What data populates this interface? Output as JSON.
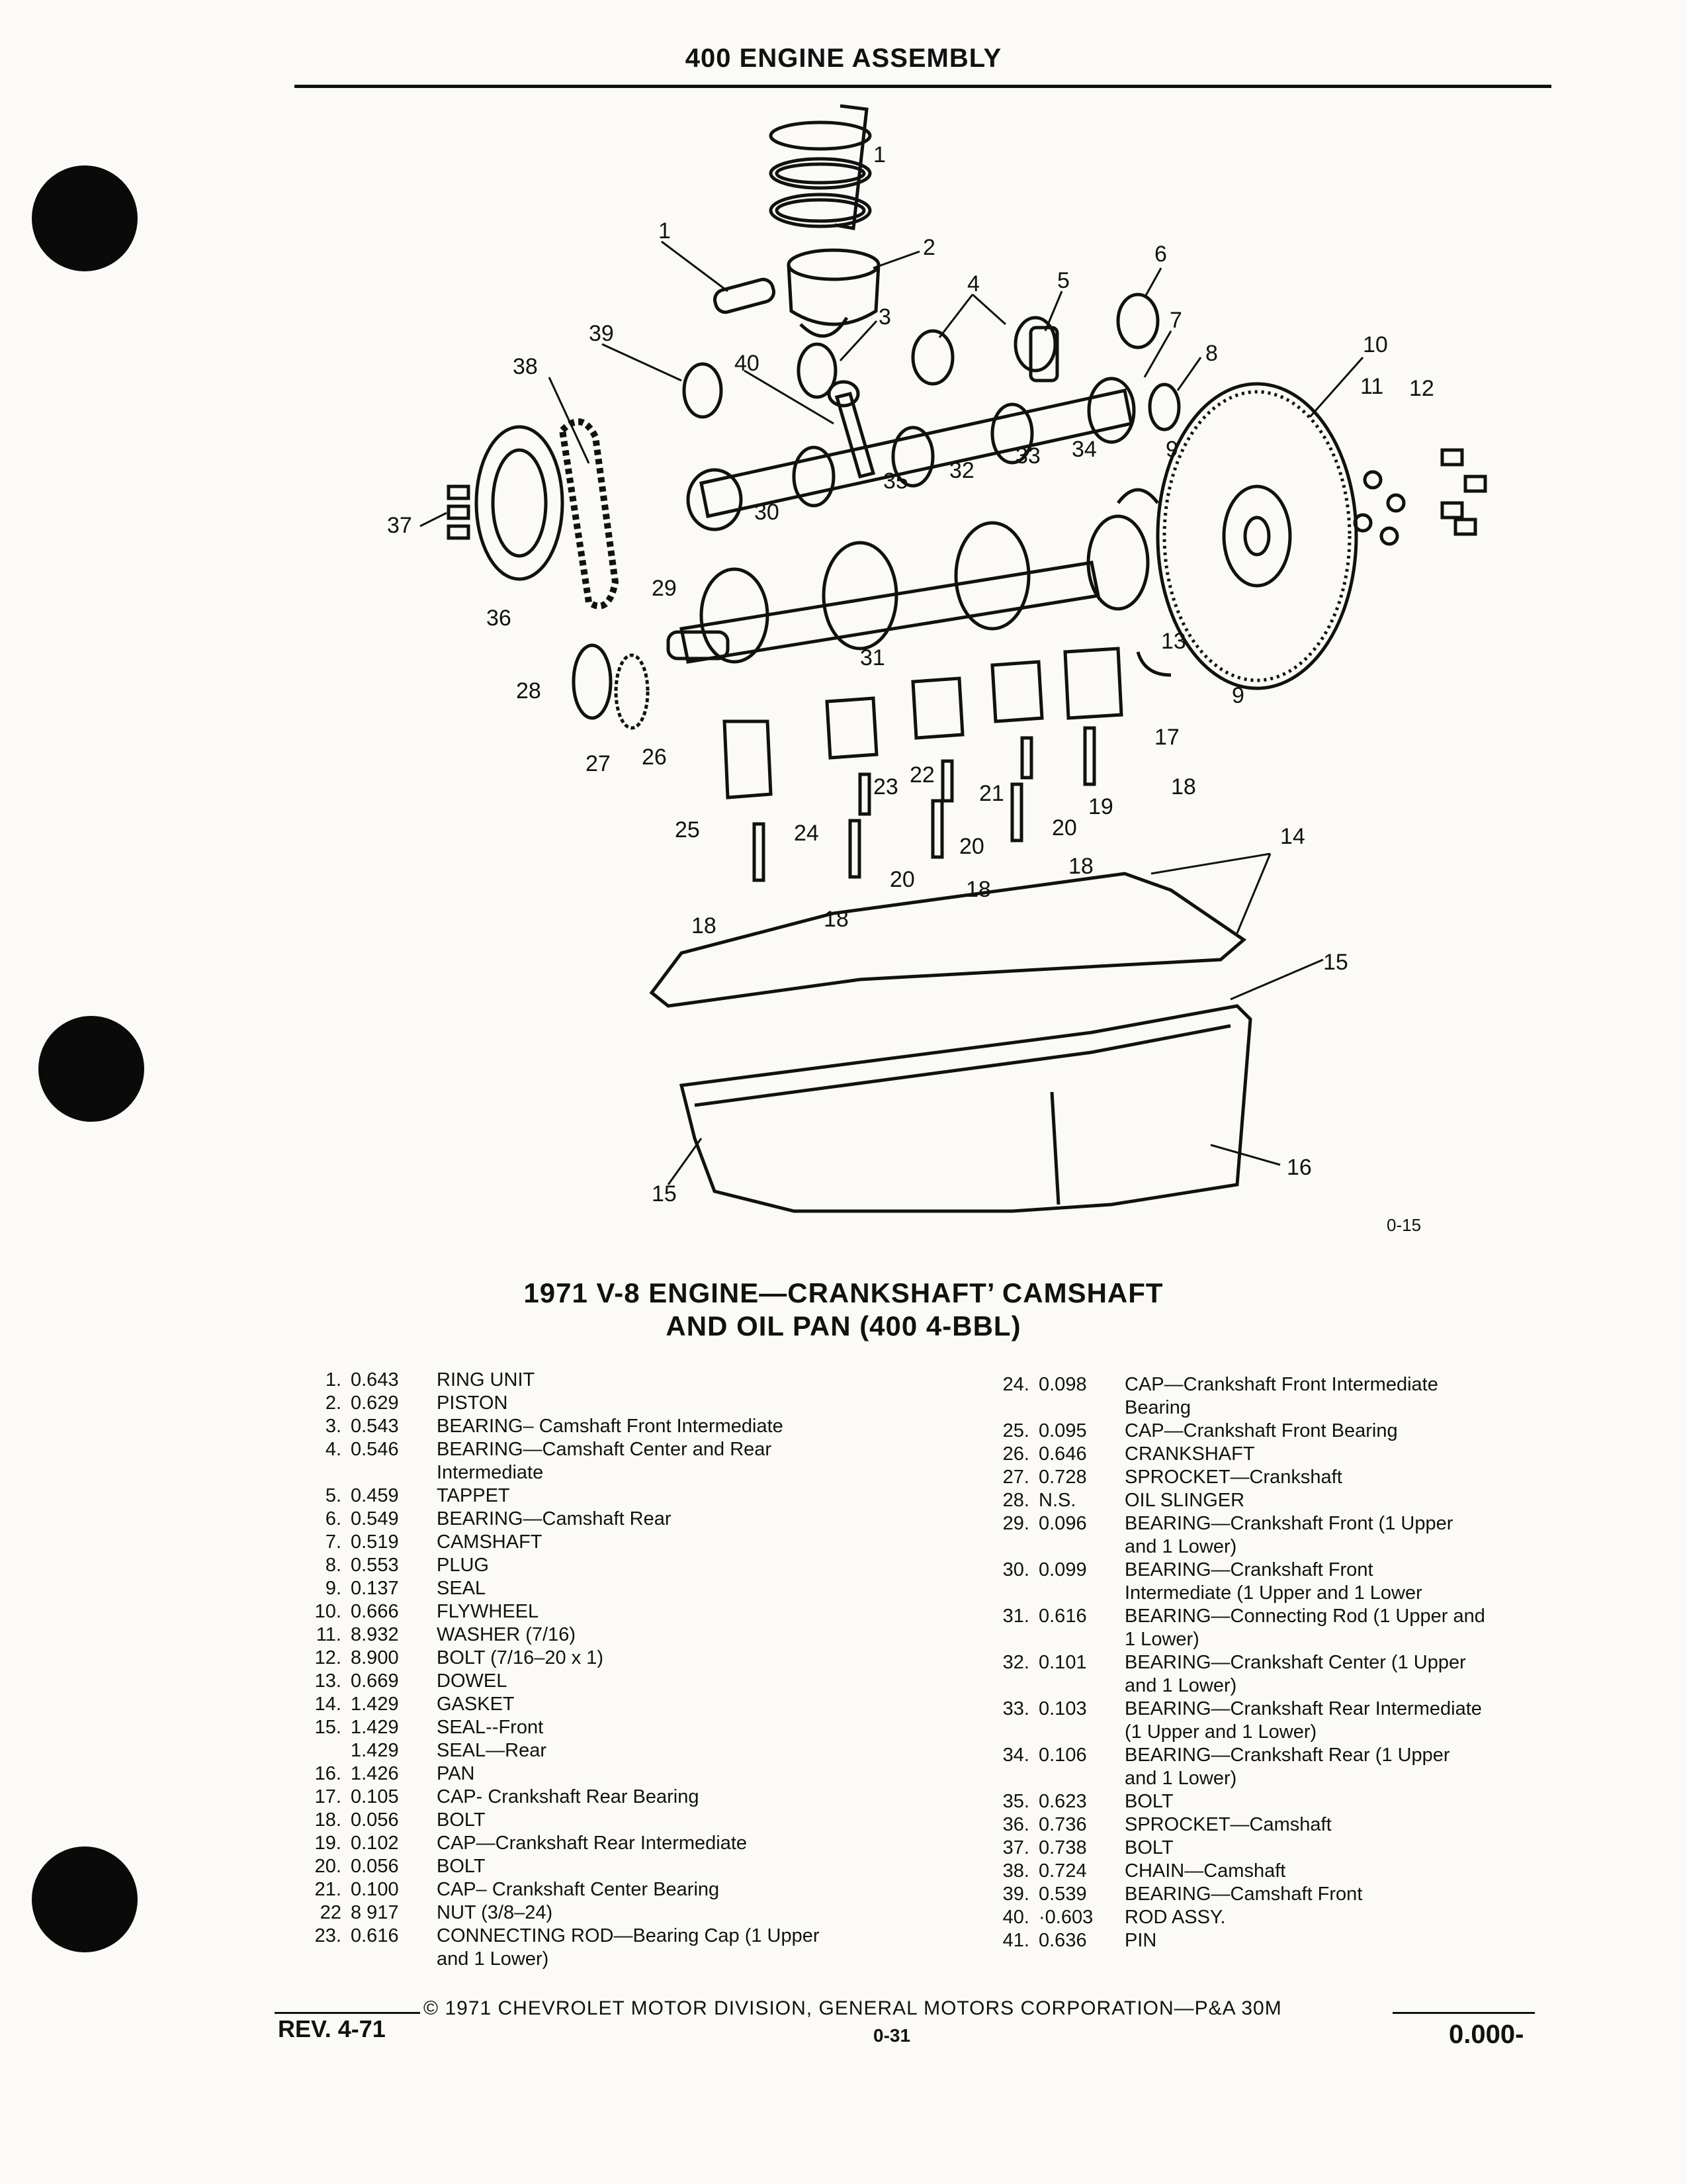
{
  "header": {
    "title": "400 ENGINE ASSEMBLY"
  },
  "figure": {
    "code": "0-15",
    "callouts": [
      "1",
      "2",
      "3",
      "4",
      "5",
      "6",
      "7",
      "8",
      "9",
      "10",
      "11",
      "12",
      "13",
      "14",
      "15",
      "16",
      "17",
      "18",
      "19",
      "20",
      "21",
      "22",
      "23",
      "24",
      "25",
      "26",
      "27",
      "28",
      "29",
      "30",
      "31",
      "32",
      "33",
      "34",
      "35",
      "36",
      "37",
      "38",
      "39",
      "40"
    ]
  },
  "caption": {
    "line1": "1971 V-8 ENGINE—CRANKSHAFT’ CAMSHAFT",
    "line2": "AND OIL PAN (400 4-BBL)"
  },
  "parts_left": [
    {
      "n": "1.",
      "p": "0.643",
      "d": "RING UNIT"
    },
    {
      "n": "2.",
      "p": "0.629",
      "d": "PISTON"
    },
    {
      "n": "3.",
      "p": "0.543",
      "d": "BEARING– Camshaft Front Intermediate"
    },
    {
      "n": "4.",
      "p": "0.546",
      "d": "BEARING—Camshaft Center and Rear",
      "d2": "Intermediate"
    },
    {
      "n": "5.",
      "p": "0.459",
      "d": "TAPPET"
    },
    {
      "n": "6.",
      "p": "0.549",
      "d": "BEARING—Camshaft Rear"
    },
    {
      "n": "7.",
      "p": "0.519",
      "d": "CAMSHAFT"
    },
    {
      "n": "8.",
      "p": "0.553",
      "d": "PLUG"
    },
    {
      "n": "9.",
      "p": "0.137",
      "d": "SEAL"
    },
    {
      "n": "10.",
      "p": "0.666",
      "d": "FLYWHEEL"
    },
    {
      "n": "11.",
      "p": "8.932",
      "d": "WASHER (7/16)"
    },
    {
      "n": "12.",
      "p": "8.900",
      "d": "BOLT (7/16–20 x 1)"
    },
    {
      "n": "13.",
      "p": "0.669",
      "d": "DOWEL"
    },
    {
      "n": "14.",
      "p": "1.429",
      "d": "GASKET"
    },
    {
      "n": "15.",
      "p": "1.429",
      "d": "SEAL--Front"
    },
    {
      "n": "",
      "p": "1.429",
      "d": "SEAL—Rear"
    },
    {
      "n": "16.",
      "p": "1.426",
      "d": "PAN"
    },
    {
      "n": "17.",
      "p": "0.105",
      "d": "CAP- Crankshaft Rear Bearing"
    },
    {
      "n": "18.",
      "p": "0.056",
      "d": "BOLT"
    },
    {
      "n": "19.",
      "p": "0.102",
      "d": "CAP—Crankshaft Rear Intermediate"
    },
    {
      "n": "20.",
      "p": "0.056",
      "d": "BOLT"
    },
    {
      "n": "21.",
      "p": "0.100",
      "d": "CAP– Crankshaft Center Bearing"
    },
    {
      "n": "22",
      "p": "8 917",
      "d": "NUT (3/8–24)"
    },
    {
      "n": "23.",
      "p": "0.616",
      "d": "CONNECTING ROD—Bearing Cap (1 Upper",
      "d2": "and 1 Lower)"
    }
  ],
  "parts_right": [
    {
      "n": "24.",
      "p": "0.098",
      "d": "CAP—Crankshaft Front Intermediate",
      "d2": "Bearing"
    },
    {
      "n": "25.",
      "p": "0.095",
      "d": "CAP—Crankshaft Front Bearing"
    },
    {
      "n": "26.",
      "p": "0.646",
      "d": "CRANKSHAFT"
    },
    {
      "n": "27.",
      "p": "0.728",
      "d": "SPROCKET—Crankshaft"
    },
    {
      "n": "28.",
      "p": "N.S.",
      "d": "OIL SLINGER"
    },
    {
      "n": "29.",
      "p": "0.096",
      "d": "BEARING—Crankshaft Front (1 Upper",
      "d2": "and 1 Lower)"
    },
    {
      "n": "30.",
      "p": "0.099",
      "d": "BEARING—Crankshaft Front",
      "d2": "Intermediate (1 Upper and 1 Lower"
    },
    {
      "n": "31.",
      "p": "0.616",
      "d": "BEARING—Connecting Rod (1 Upper and",
      "d2": "1 Lower)"
    },
    {
      "n": "32.",
      "p": "0.101",
      "d": "BEARING—Crankshaft Center (1 Upper",
      "d2": "and 1 Lower)"
    },
    {
      "n": "33.",
      "p": "0.103",
      "d": "BEARING—Crankshaft Rear Intermediate",
      "d2": "(1 Upper and 1 Lower)"
    },
    {
      "n": "34.",
      "p": "0.106",
      "d": "BEARING—Crankshaft Rear (1 Upper",
      "d2": "and 1 Lower)"
    },
    {
      "n": "35.",
      "p": "0.623",
      "d": "BOLT"
    },
    {
      "n": "36.",
      "p": "0.736",
      "d": "SPROCKET—Camshaft"
    },
    {
      "n": "37.",
      "p": "0.738",
      "d": "BOLT"
    },
    {
      "n": "38.",
      "p": "0.724",
      "d": "CHAIN—Camshaft"
    },
    {
      "n": "39.",
      "p": "0.539",
      "d": "BEARING—Camshaft Front"
    },
    {
      "n": "40.",
      "p": "·0.603",
      "d": "ROD ASSY."
    },
    {
      "n": "41.",
      "p": "0.636",
      "d": "PIN"
    }
  ],
  "footer": {
    "copyright": "© 1971 CHEVROLET MOTOR DIVISION, GENERAL MOTORS CORPORATION—P&A 30M",
    "rev": "REV. 4-71",
    "page": "0-31",
    "code": "0.000-"
  }
}
